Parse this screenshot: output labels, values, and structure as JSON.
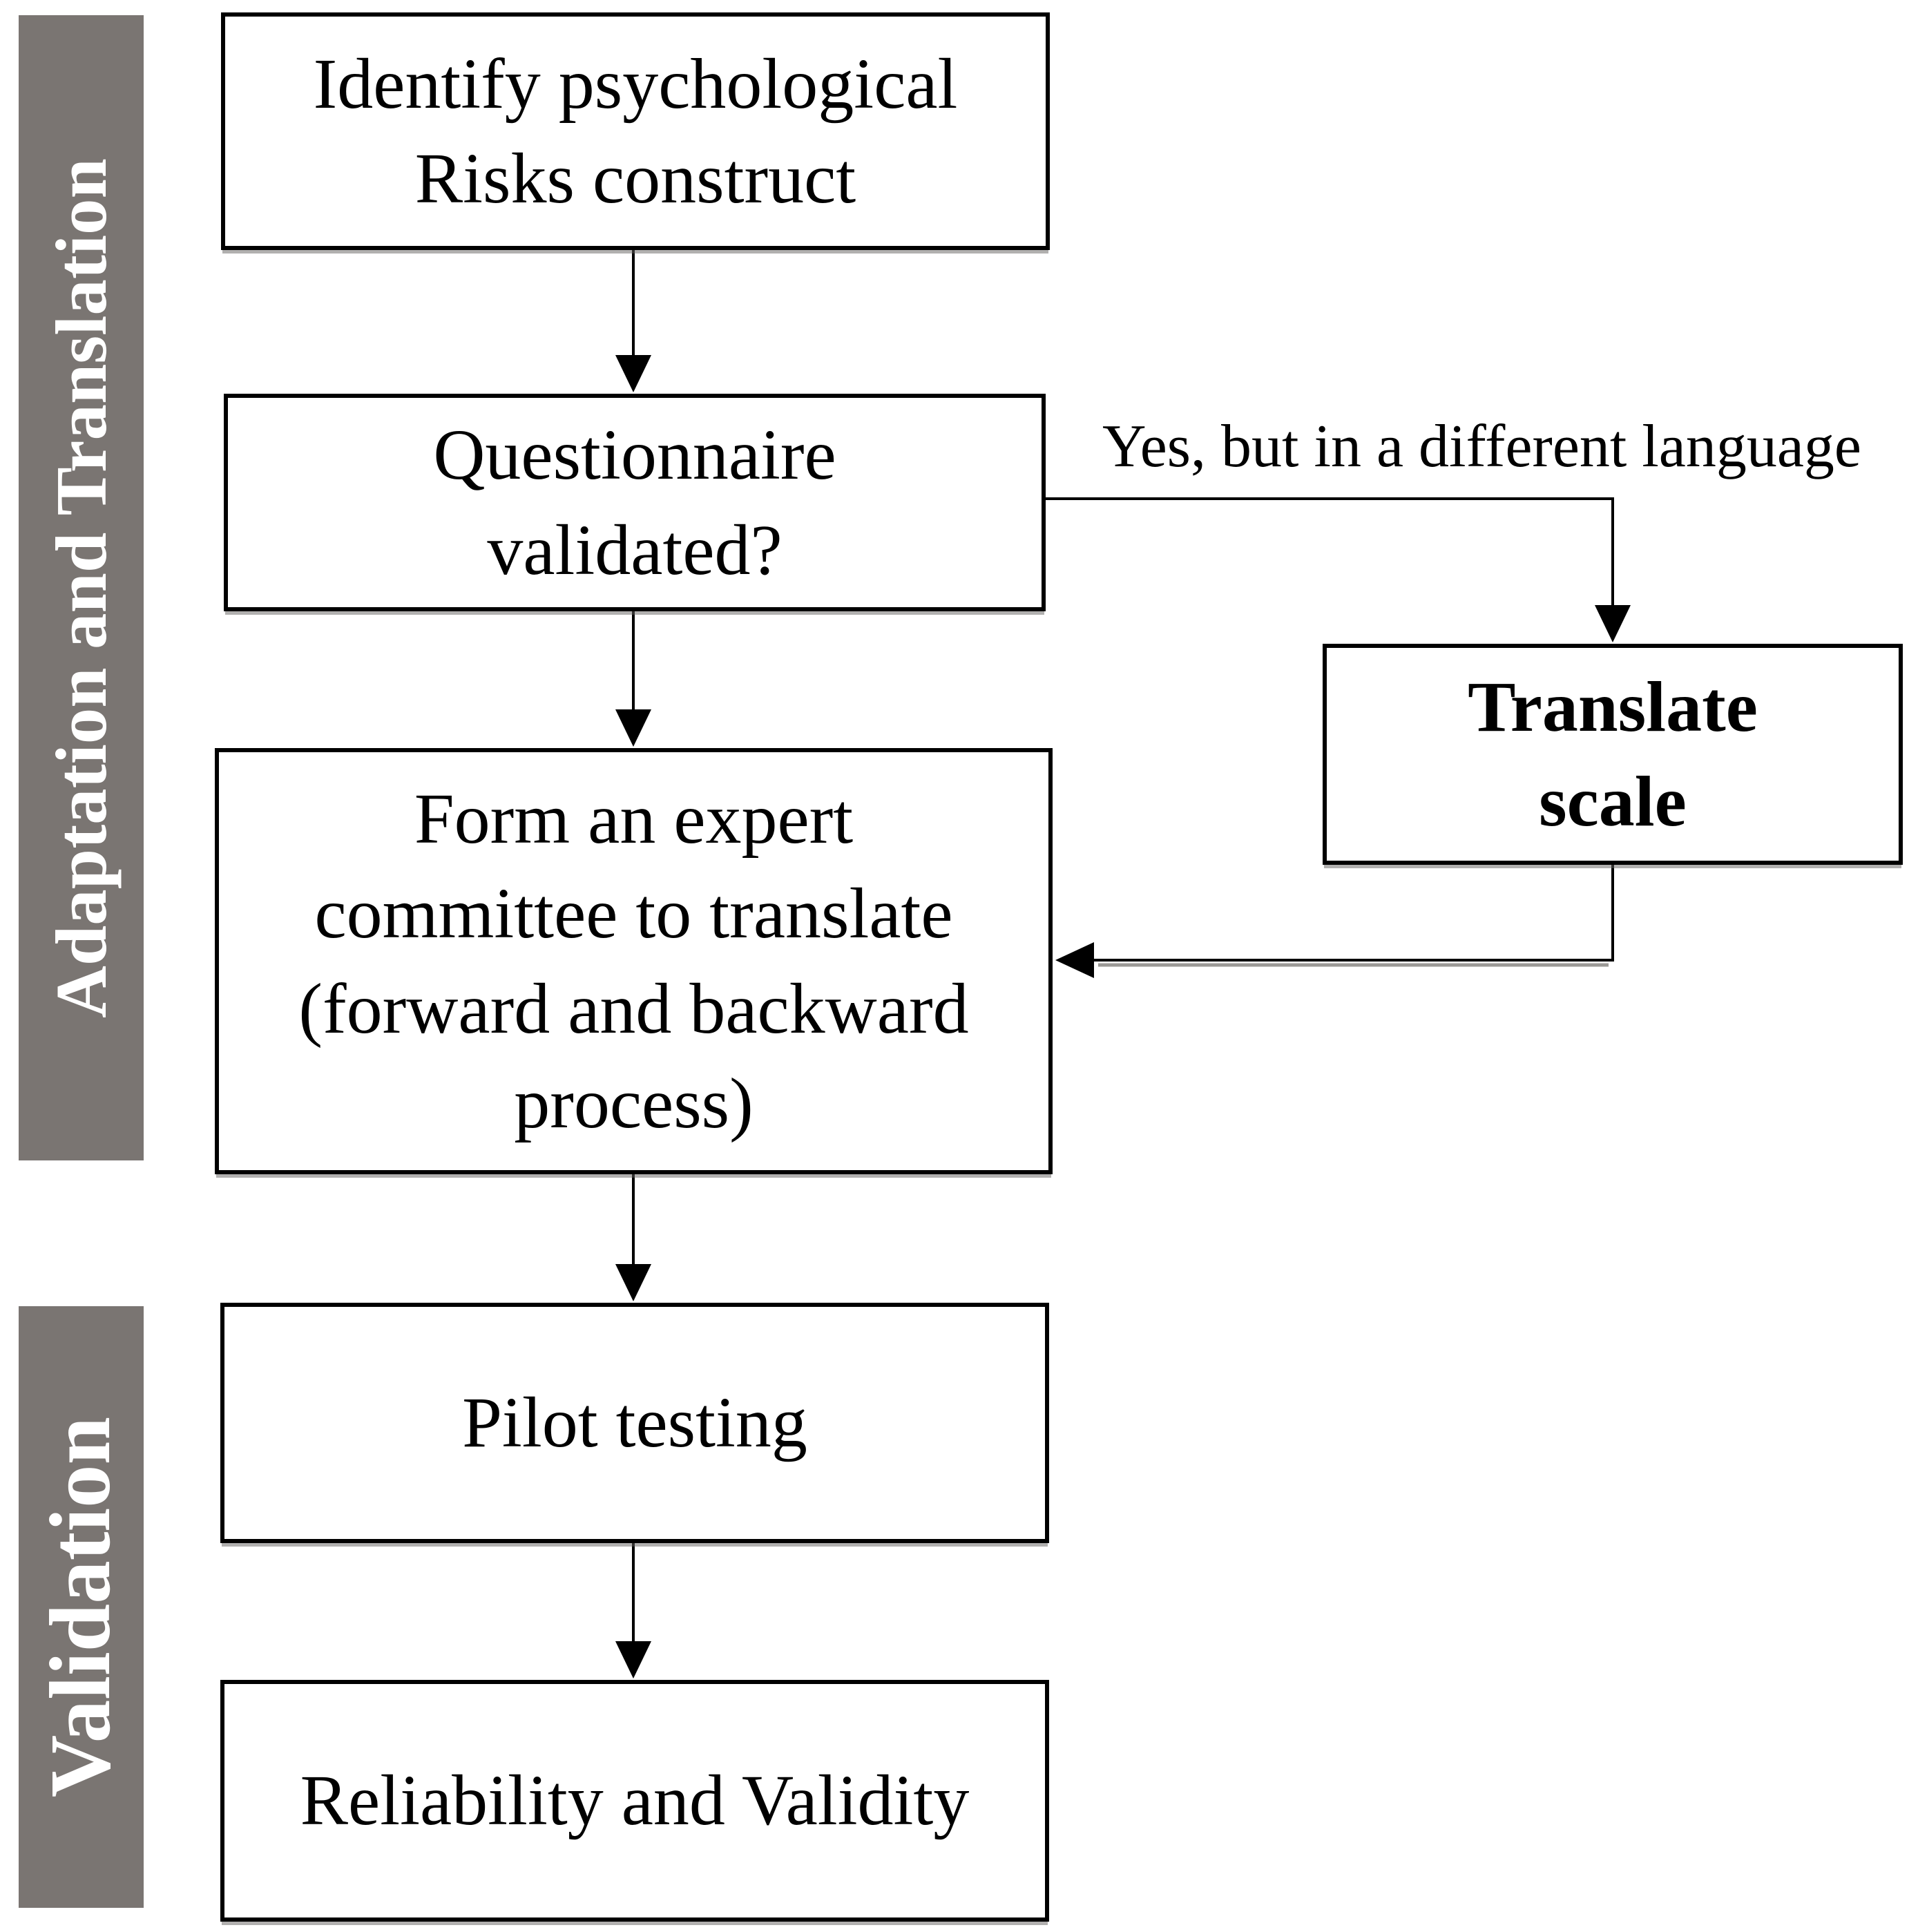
{
  "figure": {
    "type": "flowchart",
    "phases": [
      {
        "label": "Adaptation and Translation"
      },
      {
        "label": "Validation"
      }
    ],
    "nodes": {
      "identify": {
        "lines": [
          "Identify psychological",
          "Risks construct"
        ]
      },
      "validated": {
        "lines": [
          "Questionnaire",
          "validated?"
        ]
      },
      "translate": {
        "lines": [
          "Translate",
          "scale"
        ],
        "emphasis": "bold"
      },
      "committee": {
        "lines": [
          "Form an expert",
          "committee to translate",
          "(forward and backward",
          "process)"
        ]
      },
      "pilot": {
        "lines": [
          "Pilot testing"
        ]
      },
      "reliability": {
        "lines": [
          "Reliability and Validity"
        ]
      }
    },
    "edge_labels": {
      "validated_to_translate": "Yes, but in a different language"
    },
    "colors": {
      "phase_bar": "#7a7572",
      "phase_text": "#ffffff",
      "box_border": "#000000",
      "box_fill": "#ffffff",
      "connector": "#000000",
      "background": "#ffffff"
    }
  }
}
